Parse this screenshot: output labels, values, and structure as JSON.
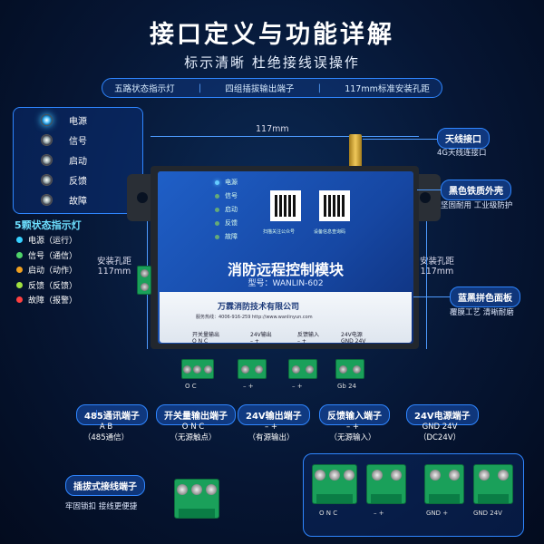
{
  "header": {
    "title": "接口定义与功能详解",
    "subtitle": "标示清晰  杜绝接线误操作"
  },
  "features": [
    "五路状态指示灯",
    "四组插拔输出端子",
    "117mm标准安装孔距"
  ],
  "feature_sep": "|",
  "led_panel": {
    "items": [
      {
        "label": "电源",
        "on": true
      },
      {
        "label": "信号",
        "on": false
      },
      {
        "label": "启动",
        "on": false
      },
      {
        "label": "反馈",
        "on": false
      },
      {
        "label": "故障",
        "on": false
      }
    ]
  },
  "status": {
    "title": "5颗状态指示灯",
    "items": [
      {
        "text": "电源（运行）",
        "color": "#36d0ff"
      },
      {
        "text": "信号（通信）",
        "color": "#4fd36a"
      },
      {
        "text": "启动（动作）",
        "color": "#f0a020"
      },
      {
        "text": "反馈（反馈）",
        "color": "#a0e040"
      },
      {
        "text": "故障（报警）",
        "color": "#ff4040"
      }
    ]
  },
  "device": {
    "title": "消防远程控制模块",
    "model": "型号：WANLIN-602",
    "company": "万霖消防技术有限公司",
    "contact": "服务热线：4006-916-259    http://www.wanlinyun.com",
    "qr1_caption": "扫描关注公众号",
    "qr2_caption": "设备信息查询码",
    "leds": [
      "电源",
      "信号",
      "启动",
      "反馈",
      "故障"
    ],
    "term_groups": [
      "开关量输出",
      "24V输出",
      "反馈输入",
      "24V电源"
    ],
    "term_pins": [
      "O  N  C",
      "–     +",
      "–     +",
      "GND  24V"
    ],
    "pins_below": [
      "O    C",
      "–   +",
      "–  +",
      "Gb   24"
    ]
  },
  "dims": {
    "width": "117mm",
    "left_label": "安装孔距",
    "left_value": "117mm",
    "right_label": "安装孔距",
    "right_value": "117mm"
  },
  "callouts": {
    "antenna": {
      "title": "天线接口",
      "note": "4G天线连接口"
    },
    "shell": {
      "title": "黑色铁质外壳",
      "note": "坚固耐用    工业级防护"
    },
    "panel": {
      "title": "蓝黑拼色面板",
      "note": "覆膜工艺    清晰耐磨"
    }
  },
  "terminals": [
    {
      "title": "485通讯端子",
      "pins": "A    B",
      "note": "（485通信）"
    },
    {
      "title": "开关量输出端子",
      "pins": "O   N   C",
      "note": "（无源触点）"
    },
    {
      "title": "24V输出端子",
      "pins": "–      +",
      "note": "（有源输出）"
    },
    {
      "title": "反馈输入端子",
      "pins": "–      +",
      "note": "（无源输入）"
    },
    {
      "title": "24V电源端子",
      "pins": "GND   24V",
      "note": "（DC24V）"
    }
  ],
  "plug": {
    "title": "插拔式接线端子",
    "note": "牢固锁扣  接线更便捷"
  },
  "bottom_pins": [
    "O  N  C",
    "–   +",
    "GND  +",
    "GND  24V"
  ]
}
